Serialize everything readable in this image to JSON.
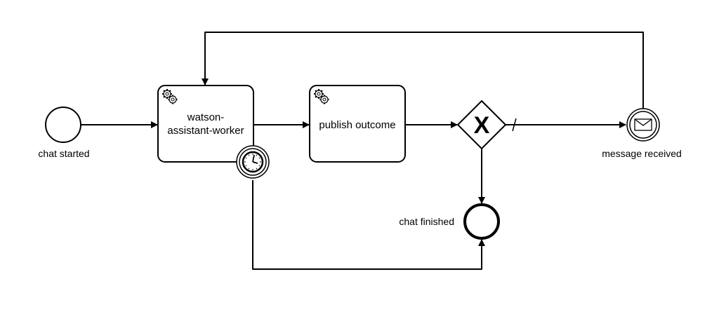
{
  "diagram": {
    "nodes": {
      "start_event": {
        "label": "chat started"
      },
      "worker_task": {
        "label_line1": "watson-",
        "label_line2": "assistant-worker",
        "icon": "gear-icon"
      },
      "timer_boundary": {
        "icon": "clock-icon"
      },
      "publish_task": {
        "label": "publish outcome",
        "icon": "gear-icon"
      },
      "gateway": {
        "marker": "X"
      },
      "message_event": {
        "label": "message received",
        "icon": "envelope-icon"
      },
      "end_event": {
        "label": "chat finished"
      }
    },
    "colors": {
      "stroke": "#000000",
      "fill": "#ffffff"
    }
  }
}
